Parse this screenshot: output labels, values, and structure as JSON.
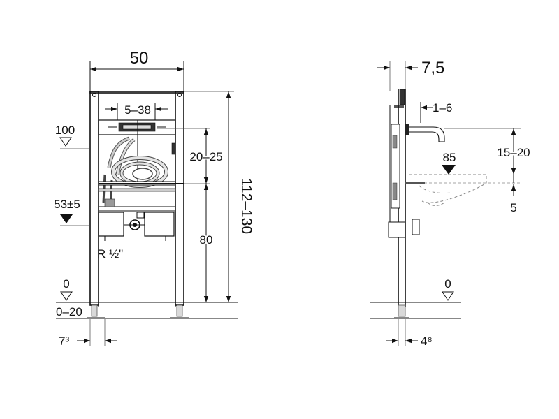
{
  "front_view": {
    "width_dim": "50",
    "adjust_dim": "5–38",
    "height_range_dim": "20–25",
    "total_height_dim": "112–130",
    "lower_dim": "80",
    "level_100": "100",
    "level_53": "53±5",
    "level_0": "0",
    "floor_range": "0–20",
    "thread_label": "R ½\"",
    "foot_offset_dim": "7³"
  },
  "side_view": {
    "depth_dim": "7,5",
    "spout_dim": "1–6",
    "level_85": "85",
    "spout_height_dim": "15–20",
    "basin_dim": "5",
    "level_0": "0",
    "foot_dim": "4⁸"
  }
}
